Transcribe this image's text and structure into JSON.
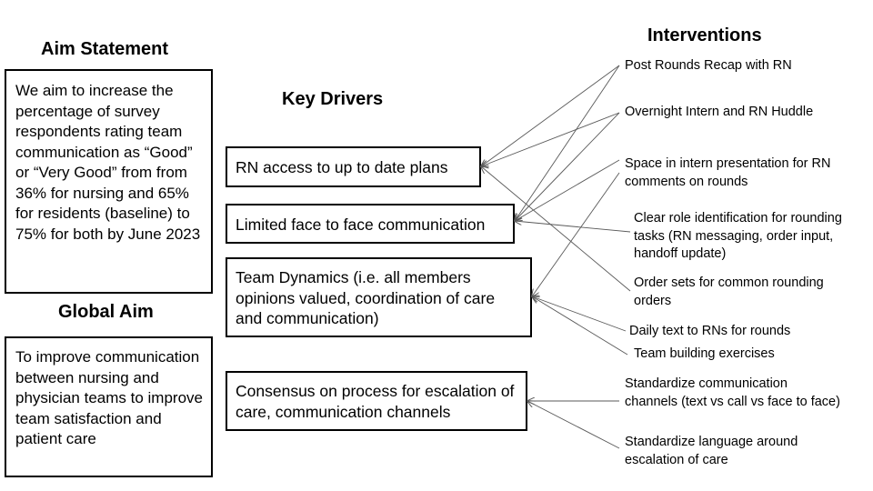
{
  "headings": {
    "aim_statement": "Aim Statement",
    "global_aim": "Global Aim",
    "key_drivers": "Key Drivers",
    "interventions": "Interventions"
  },
  "aim_statement_text": "We aim to increase the percentage of survey respondents rating team communication as “Good” or “Very Good” from from 36% for nursing and 65% for residents (baseline) to 75% for both by June 2023",
  "global_aim_text": "To improve communication between nursing and physician teams to improve team satisfaction and patient care",
  "drivers": [
    "RN access to up to date plans",
    "Limited face to face communication",
    "Team Dynamics (i.e. all members opinions valued, coordination of care and communication)",
    "Consensus on process for escalation of care, communication channels"
  ],
  "interventions": [
    "Post Rounds Recap with RN",
    "Overnight Intern and RN Huddle",
    "Space in intern presentation for RN comments on rounds",
    "Clear role identification for rounding tasks (RN messaging, order input, handoff update)",
    "Order sets for common rounding orders",
    "Daily text to RNs for rounds",
    "Team building exercises",
    "Standardize communication channels (text vs call vs face to face)",
    "Standardize language around escalation of care"
  ],
  "colors": {
    "text": "#000000",
    "box_border": "#000000",
    "arrow": "#595959",
    "background": "#ffffff"
  }
}
